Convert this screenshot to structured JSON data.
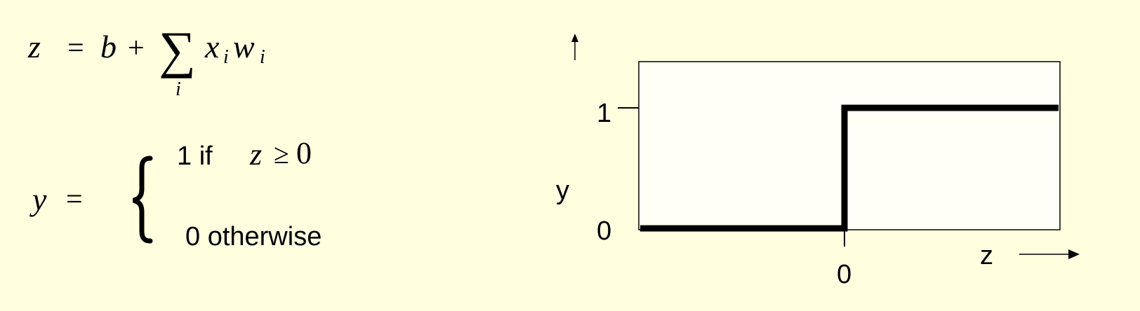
{
  "background": "#ffffe0",
  "plot_fill": "#fffff8",
  "equation_z": {
    "lhs": "z",
    "equals": "=",
    "b": "b",
    "plus": "+",
    "sum": "∑",
    "sum_index": "i",
    "x": "x",
    "x_sub": "i",
    "w": "w",
    "w_sub": "i"
  },
  "equation_y": {
    "lhs": "y",
    "equals": "=",
    "case1_value": "1 if",
    "case1_var": "z",
    "case1_op": "≥",
    "case1_rhs": "0",
    "case2": "0 otherwise"
  },
  "step_plot": {
    "y_label": "y",
    "x_label": "z",
    "y_tick_one": "1",
    "y_tick_zero": "0",
    "x_tick_zero": "0"
  }
}
